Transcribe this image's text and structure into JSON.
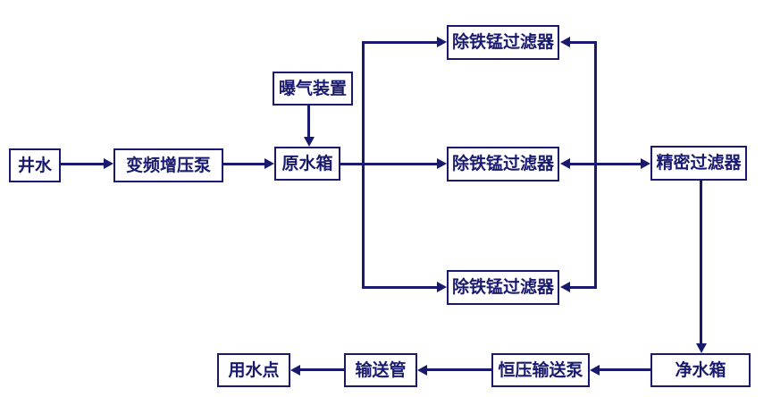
{
  "diagram": {
    "type": "process-flowchart",
    "language": "zh",
    "ink_color": "#191970",
    "background_color": "#ffffff",
    "nodes": {
      "well_water": {
        "label": "井水"
      },
      "booster_pump": {
        "label": "变频增压泵"
      },
      "aeration_device": {
        "label": "曝气装置"
      },
      "raw_water_tank": {
        "label": "原水箱"
      },
      "filter_top": {
        "label": "除铁锰过滤器"
      },
      "filter_middle": {
        "label": "除铁锰过滤器"
      },
      "filter_bottom": {
        "label": "除铁锰过滤器"
      },
      "precision_filter": {
        "label": "精密过滤器"
      },
      "clean_water_tank": {
        "label": "净水箱"
      },
      "constant_pressure_pump": {
        "label": "恒压输送泵"
      },
      "delivery_pipe": {
        "label": "输送管"
      },
      "water_use_point": {
        "label": "用水点"
      }
    },
    "edges": [
      {
        "from": "well_water",
        "to": "booster_pump"
      },
      {
        "from": "booster_pump",
        "to": "raw_water_tank"
      },
      {
        "from": "aeration_device",
        "to": "raw_water_tank"
      },
      {
        "from": "raw_water_tank",
        "to": "filter_top"
      },
      {
        "from": "raw_water_tank",
        "to": "filter_middle"
      },
      {
        "from": "raw_water_tank",
        "to": "filter_bottom"
      },
      {
        "from": "right_manifold",
        "to": "filter_top"
      },
      {
        "from": "right_manifold",
        "to": "filter_middle"
      },
      {
        "from": "right_manifold",
        "to": "filter_bottom"
      },
      {
        "from": "right_manifold",
        "to": "precision_filter"
      },
      {
        "from": "precision_filter",
        "to": "clean_water_tank"
      },
      {
        "from": "clean_water_tank",
        "to": "constant_pressure_pump"
      },
      {
        "from": "constant_pressure_pump",
        "to": "delivery_pipe"
      },
      {
        "from": "delivery_pipe",
        "to": "water_use_point"
      }
    ]
  }
}
